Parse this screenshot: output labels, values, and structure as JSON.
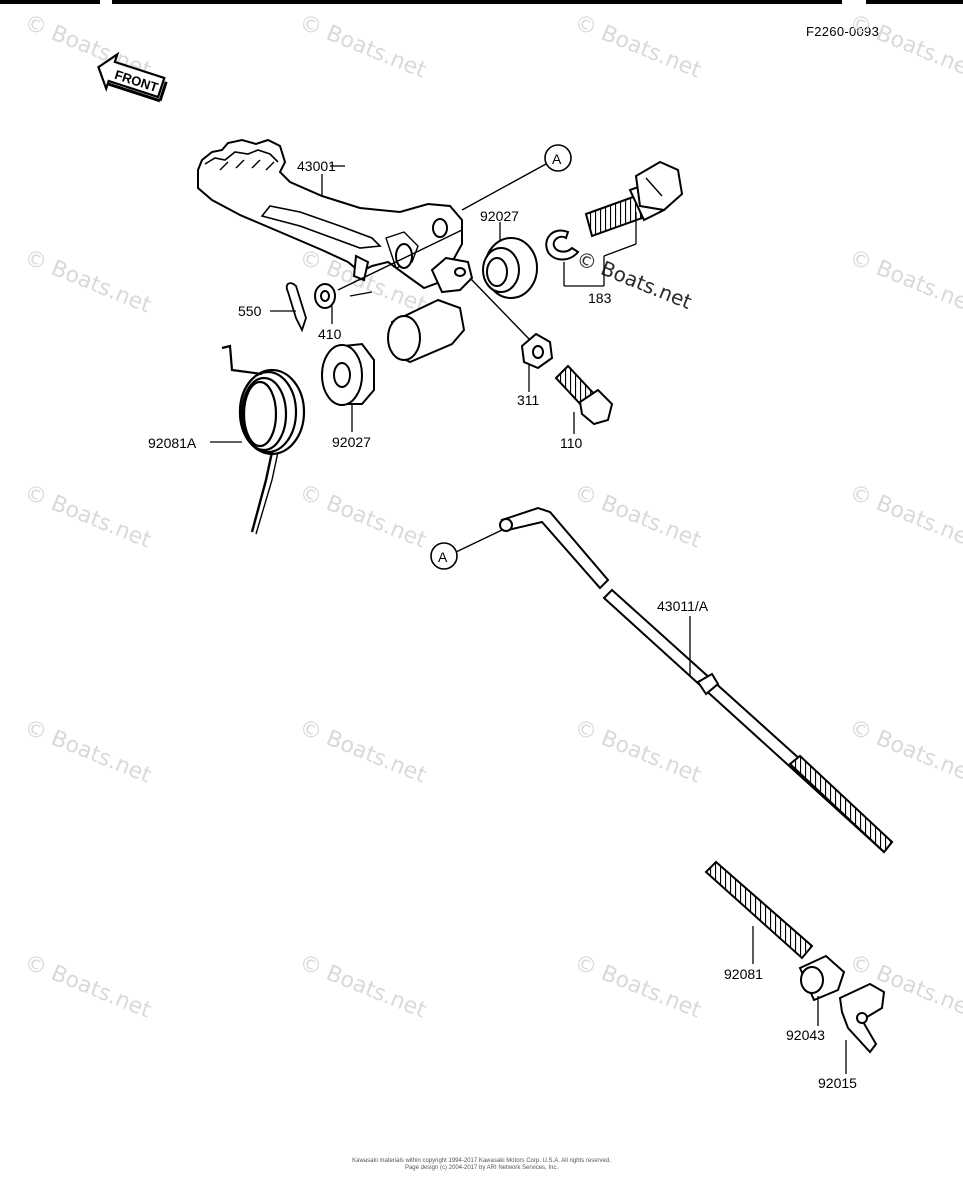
{
  "figure_code": "F2260-0093",
  "front_label": "FRONT",
  "ref_marker": "A",
  "watermark": "© Boats.net",
  "parts": {
    "p43001": "43001",
    "p92027_top": "92027",
    "p183": "183",
    "p550": "550",
    "p410": "410",
    "p311": "311",
    "p110": "110",
    "p92027_bottom": "92027",
    "p92081A": "92081A",
    "p43011A": "43011/A",
    "p92081": "92081",
    "p92043": "92043",
    "p92015": "92015"
  },
  "footer": {
    "line1": "Kawasaki materials within copyright 1994-2017 Kawasaki Motors Corp. U.S.A. All rights reserved.",
    "line2": "Page design (c) 2004-2017 by ARI Network Services, Inc."
  }
}
